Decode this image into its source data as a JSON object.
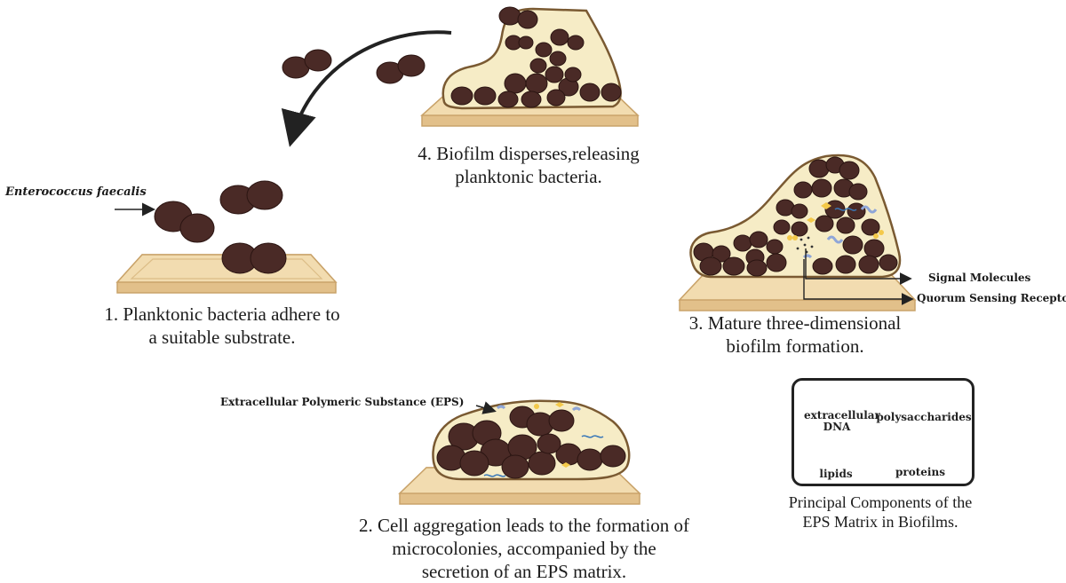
{
  "organism_label": "Enterococcus faecalis",
  "stages": [
    {
      "lines": [
        "1. Planktonic bacteria adhere to",
        "a suitable substrate."
      ]
    },
    {
      "lines": [
        "2. Cell aggregation leads to the formation of",
        "microcolonies, accompanied by the",
        "secretion of an EPS matrix."
      ]
    },
    {
      "lines": [
        "3. Mature three-dimensional",
        "biofilm formation."
      ]
    },
    {
      "lines": [
        "4. Biofilm disperses,releasing",
        "planktonic bacteria."
      ]
    }
  ],
  "annotations": {
    "eps": "Extracellular Polymeric Substance (EPS)",
    "signal": "Signal Molecules",
    "qs_receptor": "Quorum Sensing Receptor"
  },
  "legend": {
    "items": [
      "extracellular",
      "DNA",
      "polysaccharides",
      "lipids",
      "proteins"
    ],
    "caption": [
      "Principal Components of the",
      "EPS Matrix in Biofilms."
    ]
  },
  "colors": {
    "bacterium": "#4a2a26",
    "matrix_fill": "#f6ecc6",
    "matrix_stroke": "#7a5a32",
    "substrate_top": "#f2dcb0",
    "substrate_side": "#e2c08a",
    "dna": "#3a78b8",
    "polysaccharide": "#f4c94a",
    "protein": "#8fa6d8",
    "arrow": "#222222"
  }
}
